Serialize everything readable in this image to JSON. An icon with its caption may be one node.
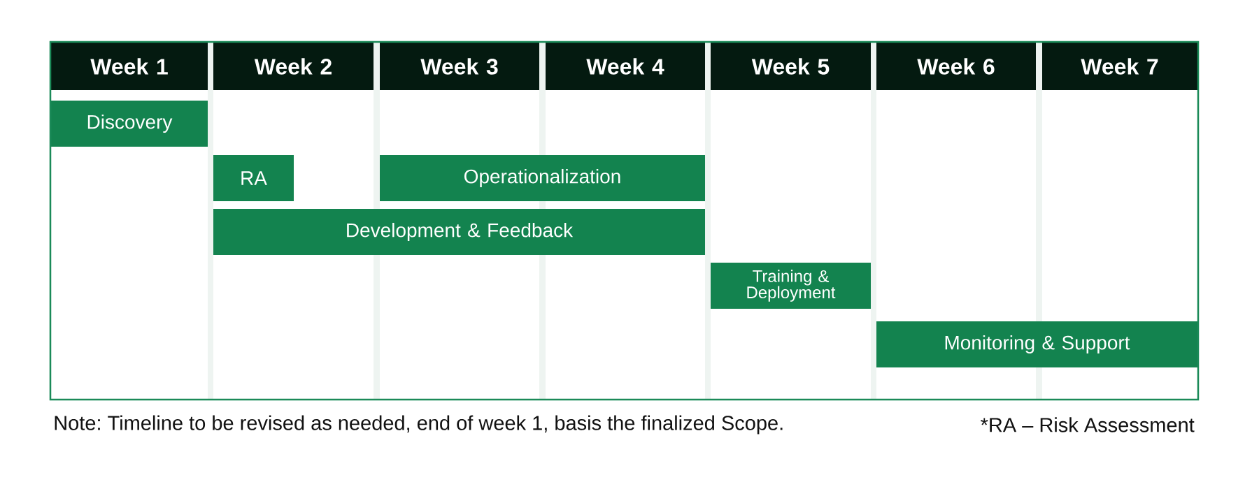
{
  "diagram": {
    "nodes": [
      {
        "text": [
          "Week 1"
        ]
      },
      {
        "text": [
          "Week 2"
        ]
      },
      {
        "text": [
          "Week 3"
        ]
      },
      {
        "text": [
          "Week 4"
        ]
      },
      {
        "text": [
          "Week 5"
        ]
      },
      {
        "text": [
          "Week 6"
        ]
      },
      {
        "text": [
          "Week 7"
        ]
      },
      {
        "text": [
          "Discovery"
        ]
      },
      {
        "text": [
          "RA"
        ]
      },
      {
        "text": [
          "Operationalization"
        ]
      },
      {
        "text": [
          "Development & Feedback"
        ]
      },
      {
        "text": [
          "Training & Deployment"
        ]
      },
      {
        "text": [
          "Monitoring & Support"
        ]
      }
    ],
    "labels": [
      "Note: Timeline to be revised as needed, end of week 1, basis the finalized Scope.",
      "*RA – Risk Assessment"
    ]
  }
}
